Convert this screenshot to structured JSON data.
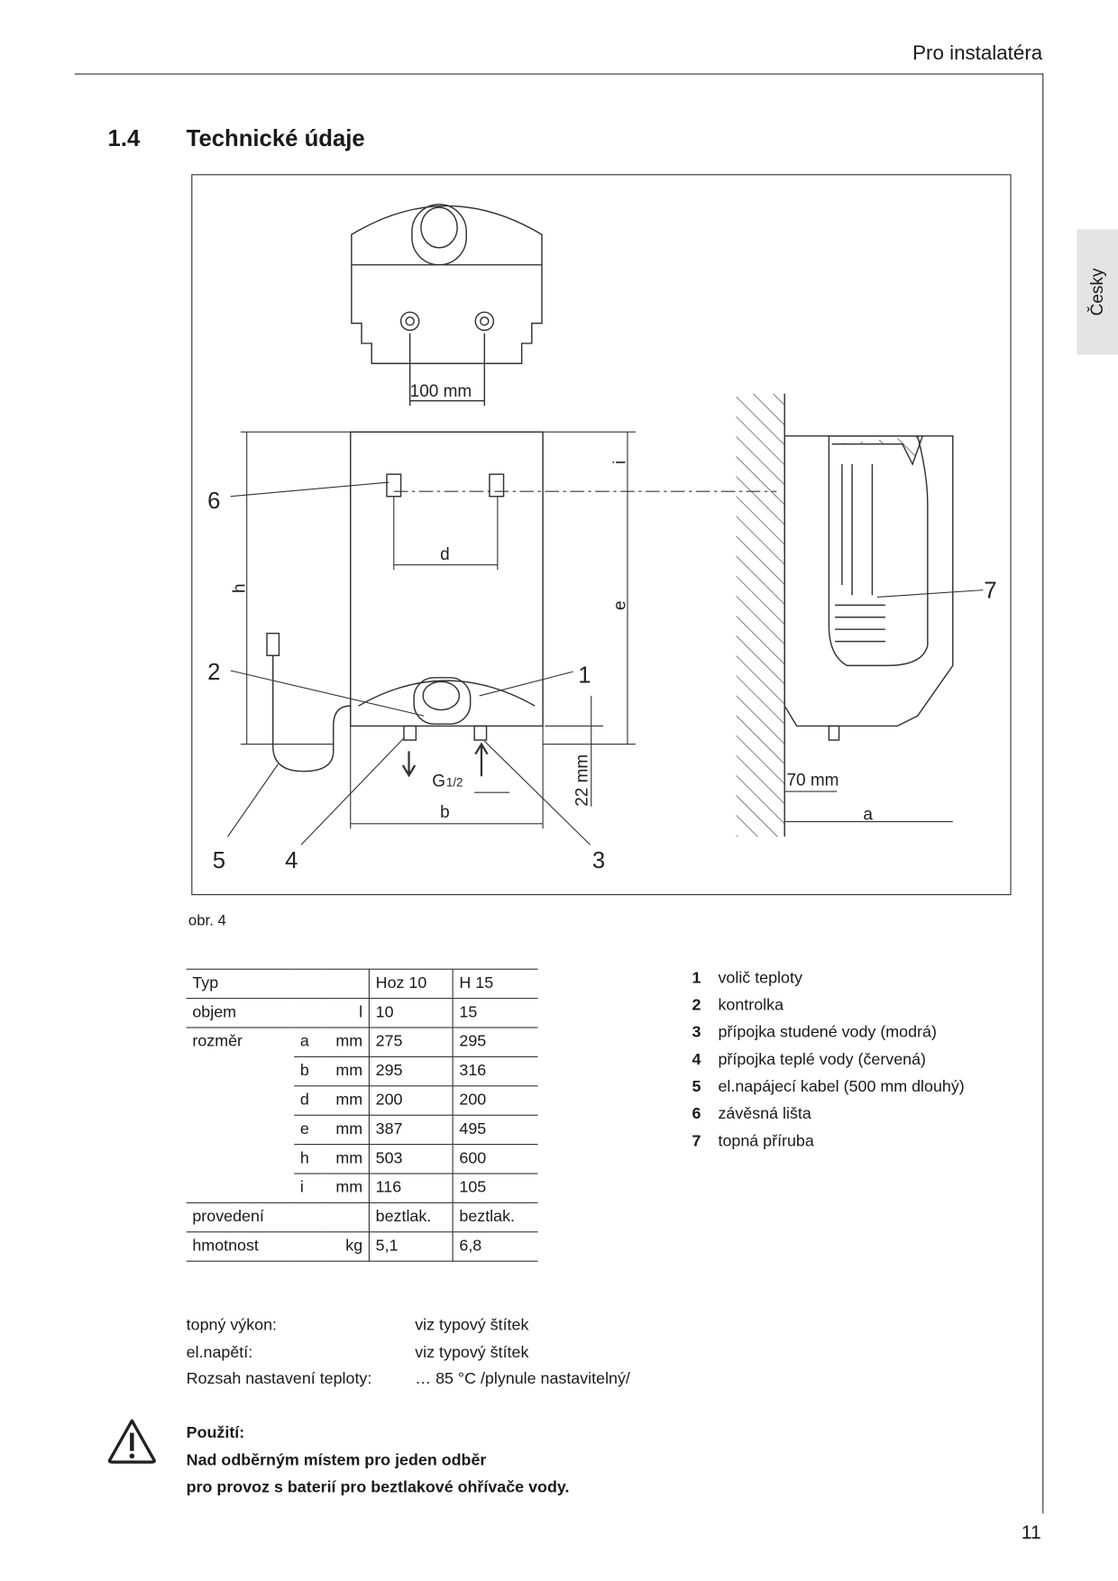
{
  "header": {
    "section": "Pro instalatéra"
  },
  "side_tab": {
    "language": "Česky"
  },
  "section": {
    "number": "1.4",
    "title": "Technické údaje"
  },
  "figure": {
    "caption": "obr. 4",
    "labels": {
      "spacing": "100 mm",
      "d": "d",
      "h": "h",
      "e": "e",
      "i": "i",
      "b": "b",
      "a": "a",
      "thread": "G",
      "thread_size": "1/2",
      "offset": "22 mm",
      "wall": "70 mm",
      "callouts": [
        "1",
        "2",
        "3",
        "4",
        "5",
        "6",
        "7"
      ]
    }
  },
  "table": {
    "header": {
      "label": "Typ",
      "models": [
        "Hoz 10",
        "H 15"
      ]
    },
    "rows": [
      {
        "label": "objem",
        "sub": "",
        "unit": "l",
        "values": [
          "10",
          "15"
        ]
      },
      {
        "label": "rozměr",
        "sub": "a",
        "unit": "mm",
        "values": [
          "275",
          "295"
        ]
      },
      {
        "label": "",
        "sub": "b",
        "unit": "mm",
        "values": [
          "295",
          "316"
        ]
      },
      {
        "label": "",
        "sub": "d",
        "unit": "mm",
        "values": [
          "200",
          "200"
        ]
      },
      {
        "label": "",
        "sub": "e",
        "unit": "mm",
        "values": [
          "387",
          "495"
        ]
      },
      {
        "label": "",
        "sub": "h",
        "unit": "mm",
        "values": [
          "503",
          "600"
        ]
      },
      {
        "label": "",
        "sub": "i",
        "unit": "mm",
        "values": [
          "116",
          "105"
        ]
      },
      {
        "label": "provedení",
        "sub": "",
        "unit": "",
        "values": [
          "beztlak.",
          "beztlak."
        ]
      },
      {
        "label": "hmotnost",
        "sub": "",
        "unit": "kg",
        "values": [
          "5,1",
          "6,8"
        ]
      }
    ]
  },
  "legend": [
    {
      "n": "1",
      "text": "volič teploty"
    },
    {
      "n": "2",
      "text": "kontrolka"
    },
    {
      "n": "3",
      "text": "přípojka studené vody (modrá)"
    },
    {
      "n": "4",
      "text": "přípojka teplé vody (červená)"
    },
    {
      "n": "5",
      "text": "el.napájecí kabel (500 mm dlouhý)"
    },
    {
      "n": "6",
      "text": "závěsná lišta"
    },
    {
      "n": "7",
      "text": "topná příruba"
    }
  ],
  "specs": [
    {
      "key": "topný výkon:",
      "value": "viz typový štítek"
    },
    {
      "key": "el.napětí:",
      "value": "viz typový štítek"
    },
    {
      "key": "Rozsah nastavení teploty:",
      "value": "… 85 °C /plynule nastavitelný/"
    }
  ],
  "warning": {
    "title": "Použití:",
    "lines": [
      "Nad odběrným místem pro jeden odběr",
      "pro provoz s baterií pro beztlakové ohřívače vody."
    ]
  },
  "page_number": "11"
}
